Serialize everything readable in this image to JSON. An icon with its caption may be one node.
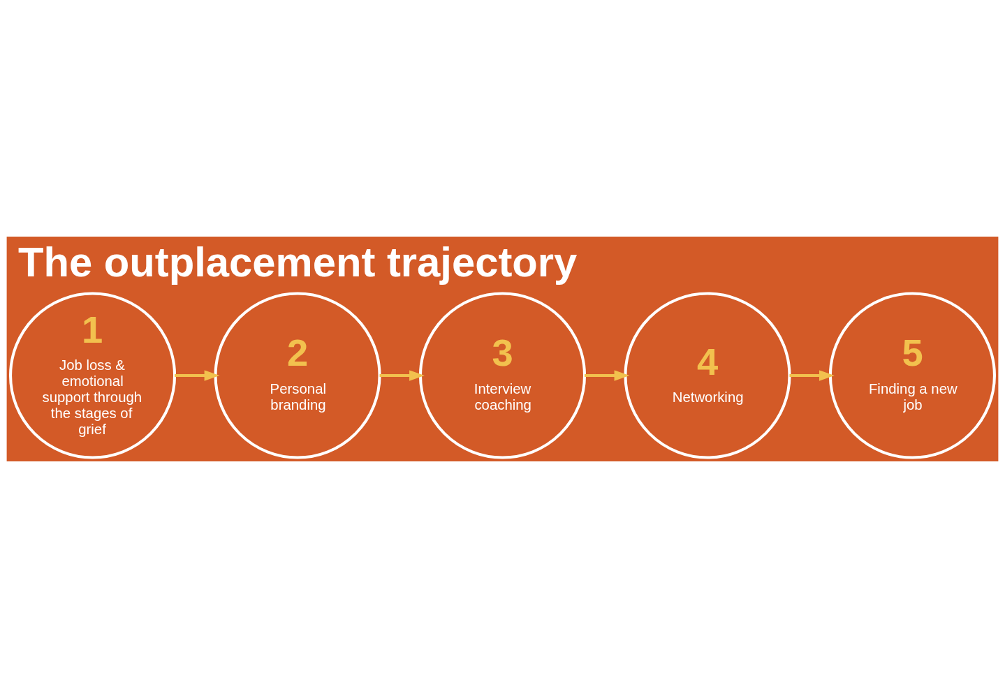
{
  "diagram": {
    "title": "The outplacement trajectory",
    "nodes": [
      {
        "text": [
          "1",
          "Job loss & emotional support through the stages of grief"
        ]
      },
      {
        "text": [
          "2",
          "Personal branding"
        ]
      },
      {
        "text": [
          "3",
          "Interview coaching"
        ]
      },
      {
        "text": [
          "4",
          "Networking"
        ]
      },
      {
        "text": [
          "5",
          "Finding a new job"
        ]
      }
    ],
    "edges": [
      {
        "from": 0,
        "to": 1,
        "arrow": "to"
      },
      {
        "from": 1,
        "to": 2,
        "arrow": "to"
      },
      {
        "from": 2,
        "to": 3,
        "arrow": "to"
      },
      {
        "from": 3,
        "to": 4,
        "arrow": "to"
      }
    ]
  }
}
